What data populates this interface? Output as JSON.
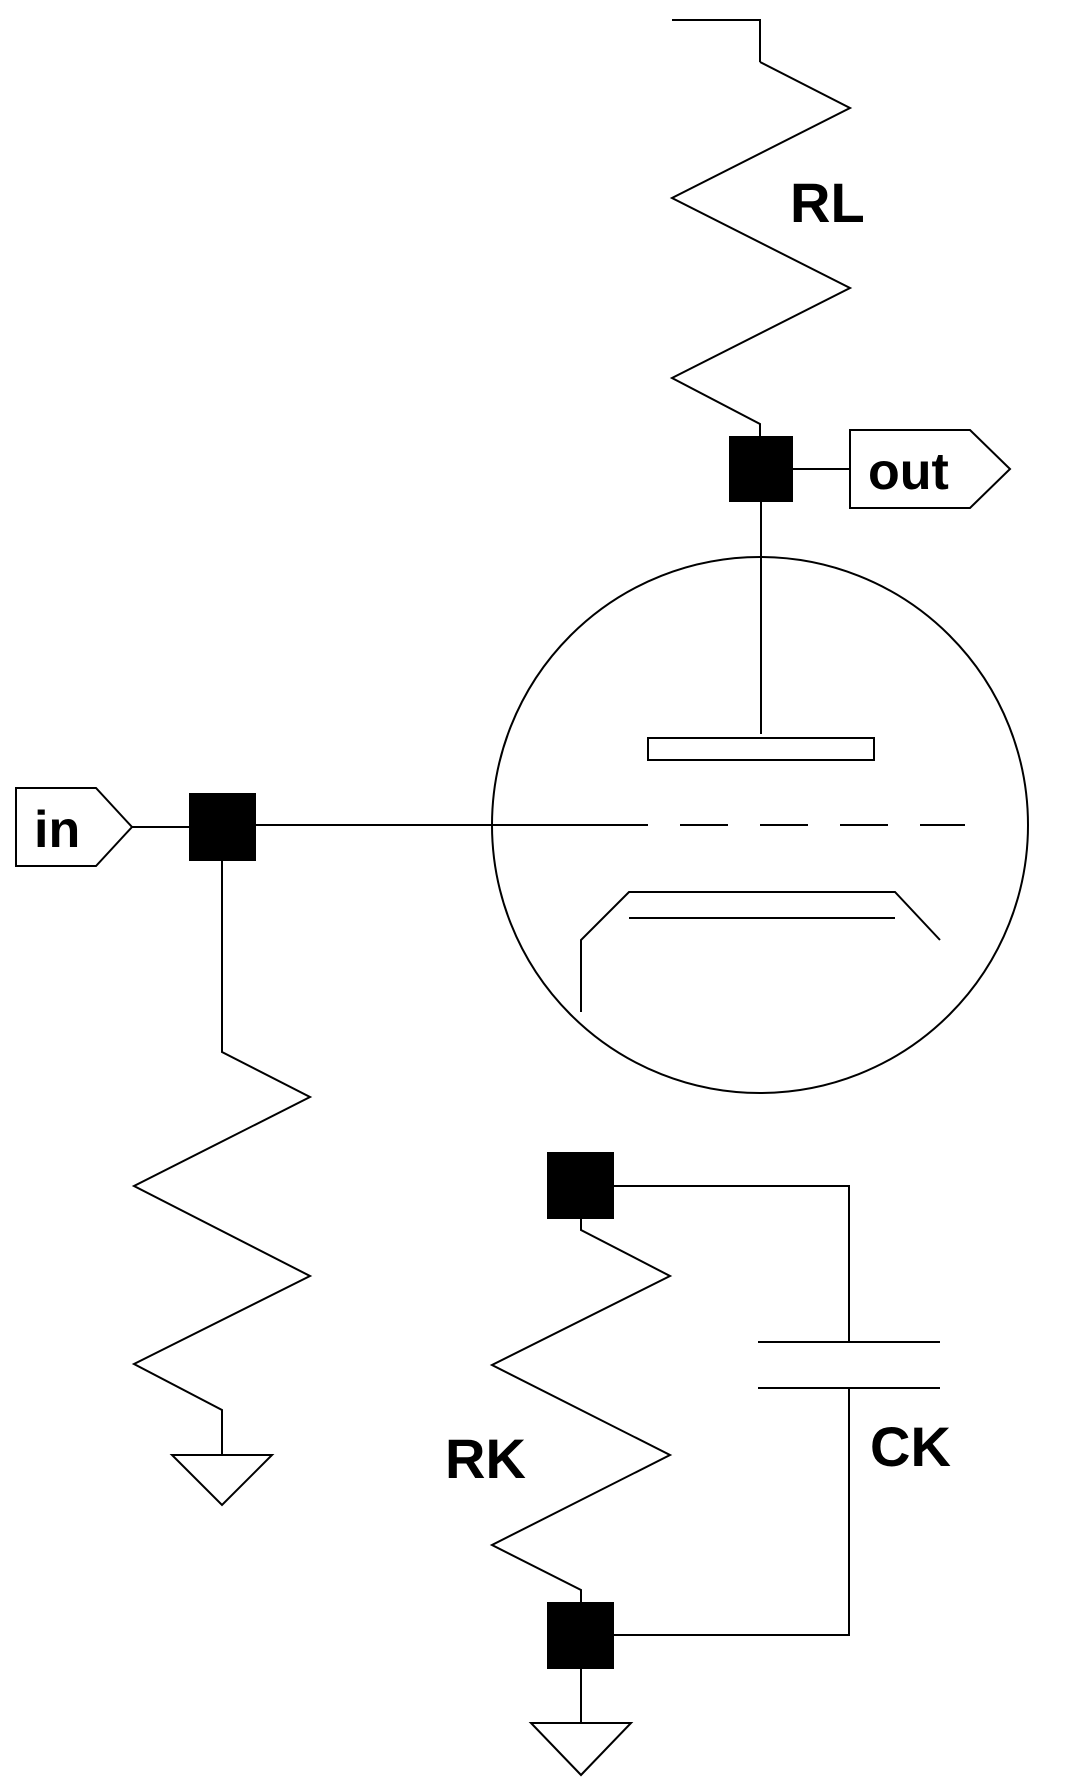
{
  "labels": {
    "rl": "RL",
    "rk": "RK",
    "ck": "CK",
    "in": "in",
    "out": "out"
  },
  "colors": {
    "line": "#000000",
    "background": "#ffffff"
  }
}
